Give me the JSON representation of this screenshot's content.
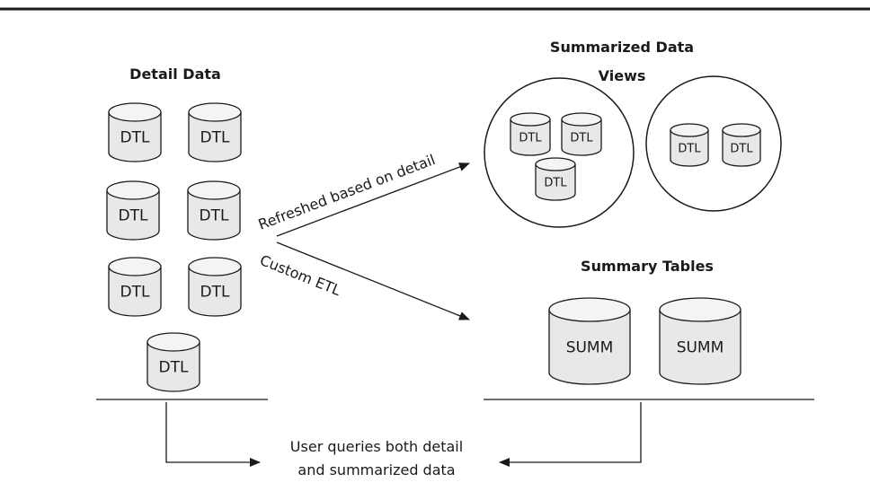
{
  "titles": {
    "detail": "Detail Data",
    "summarized_line1": "Summarized Data",
    "summarized_line2": "Views",
    "summary_tables": "Summary Tables"
  },
  "labels": {
    "refreshed": "Refreshed based on detail",
    "custom_etl": "Custom ETL",
    "user_queries_line1": "User queries both detail",
    "user_queries_line2": "and summarized data"
  },
  "cylinders": {
    "detail": [
      "DTL",
      "DTL",
      "DTL",
      "DTL",
      "DTL",
      "DTL",
      "DTL"
    ],
    "view_left": [
      "DTL",
      "DTL",
      "DTL"
    ],
    "view_right": [
      "DTL",
      "DTL"
    ],
    "summary": [
      "SUMM",
      "SUMM"
    ]
  },
  "colors": {
    "cylinder_fill": "#e8e8e8",
    "cylinder_top": "#f4f4f4",
    "stroke": "#1a1a1a"
  }
}
